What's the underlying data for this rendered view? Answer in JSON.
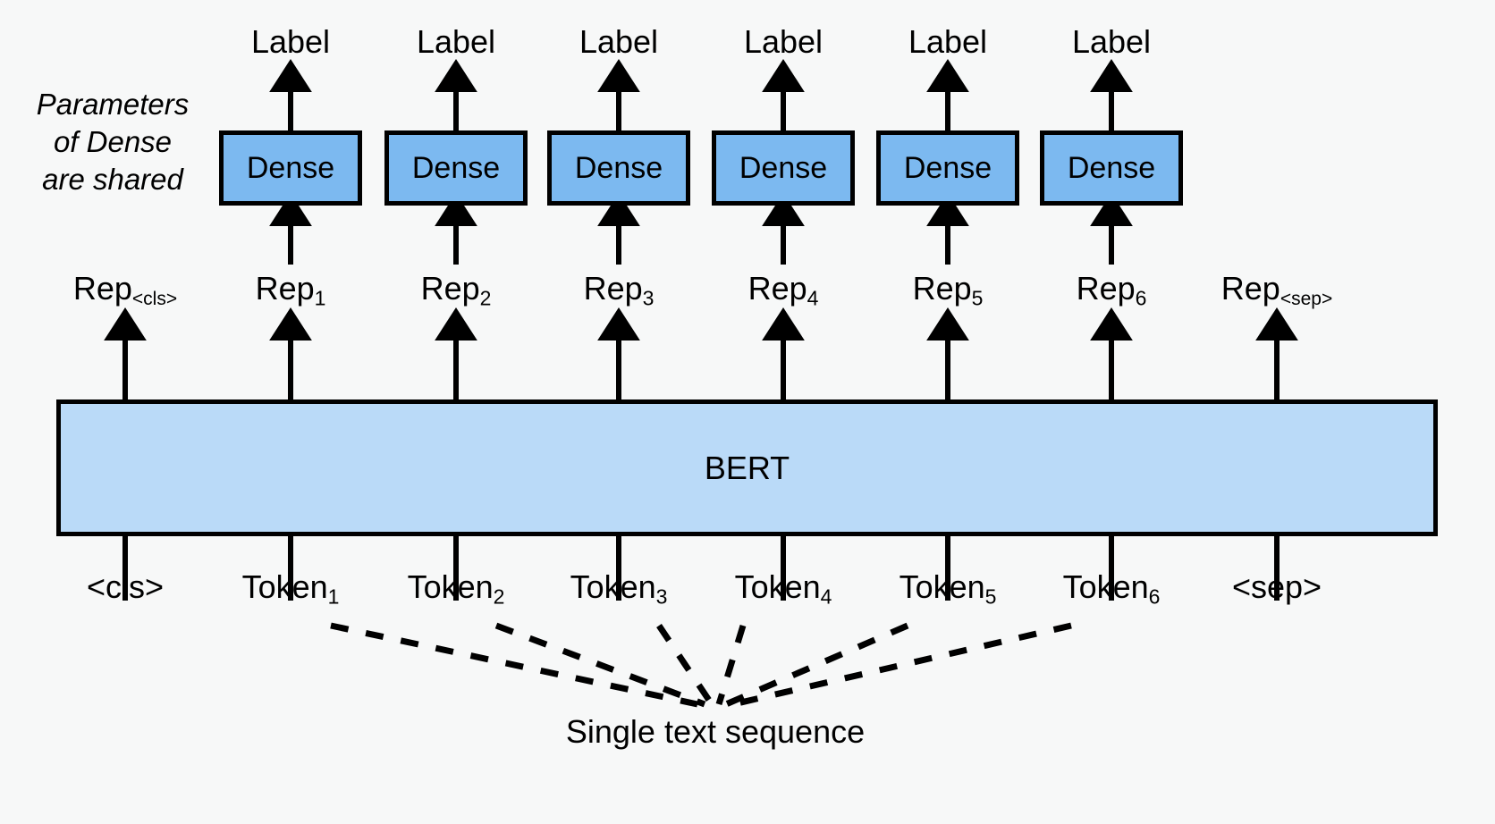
{
  "figure": {
    "title": "BERT fine-tuning for single text sequence token-level tagging",
    "background_color": "#f7f8f8",
    "dense_fill": "#7cb9f0",
    "bert_fill": "#badaf8",
    "stroke_color": "#000000"
  },
  "annotation": {
    "note_line1": "Parameters",
    "note_line2": "of Dense",
    "note_line3": "are shared"
  },
  "labels_row": {
    "items": [
      {
        "text": "Label"
      },
      {
        "text": "Label"
      },
      {
        "text": "Label"
      },
      {
        "text": "Label"
      },
      {
        "text": "Label"
      },
      {
        "text": "Label"
      }
    ]
  },
  "dense_row": {
    "items": [
      {
        "text": "Dense"
      },
      {
        "text": "Dense"
      },
      {
        "text": "Dense"
      },
      {
        "text": "Dense"
      },
      {
        "text": "Dense"
      },
      {
        "text": "Dense"
      }
    ]
  },
  "rep_row": {
    "items": [
      {
        "base": "Rep",
        "sub": "<cls>",
        "sub_kind": "tag"
      },
      {
        "base": "Rep",
        "sub": "1",
        "sub_kind": "num"
      },
      {
        "base": "Rep",
        "sub": "2",
        "sub_kind": "num"
      },
      {
        "base": "Rep",
        "sub": "3",
        "sub_kind": "num"
      },
      {
        "base": "Rep",
        "sub": "4",
        "sub_kind": "num"
      },
      {
        "base": "Rep",
        "sub": "5",
        "sub_kind": "num"
      },
      {
        "base": "Rep",
        "sub": "6",
        "sub_kind": "num"
      },
      {
        "base": "Rep",
        "sub": "<sep>",
        "sub_kind": "tag"
      }
    ]
  },
  "encoder": {
    "name": "BERT"
  },
  "token_row": {
    "items": [
      {
        "base": "<cls>",
        "sub": "",
        "sub_kind": "none"
      },
      {
        "base": "Token",
        "sub": "1",
        "sub_kind": "num"
      },
      {
        "base": "Token",
        "sub": "2",
        "sub_kind": "num"
      },
      {
        "base": "Token",
        "sub": "3",
        "sub_kind": "num"
      },
      {
        "base": "Token",
        "sub": "4",
        "sub_kind": "num"
      },
      {
        "base": "Token",
        "sub": "5",
        "sub_kind": "num"
      },
      {
        "base": "Token",
        "sub": "6",
        "sub_kind": "num"
      },
      {
        "base": "<sep>",
        "sub": "",
        "sub_kind": "none"
      }
    ]
  },
  "caption": {
    "text": "Single text sequence"
  }
}
